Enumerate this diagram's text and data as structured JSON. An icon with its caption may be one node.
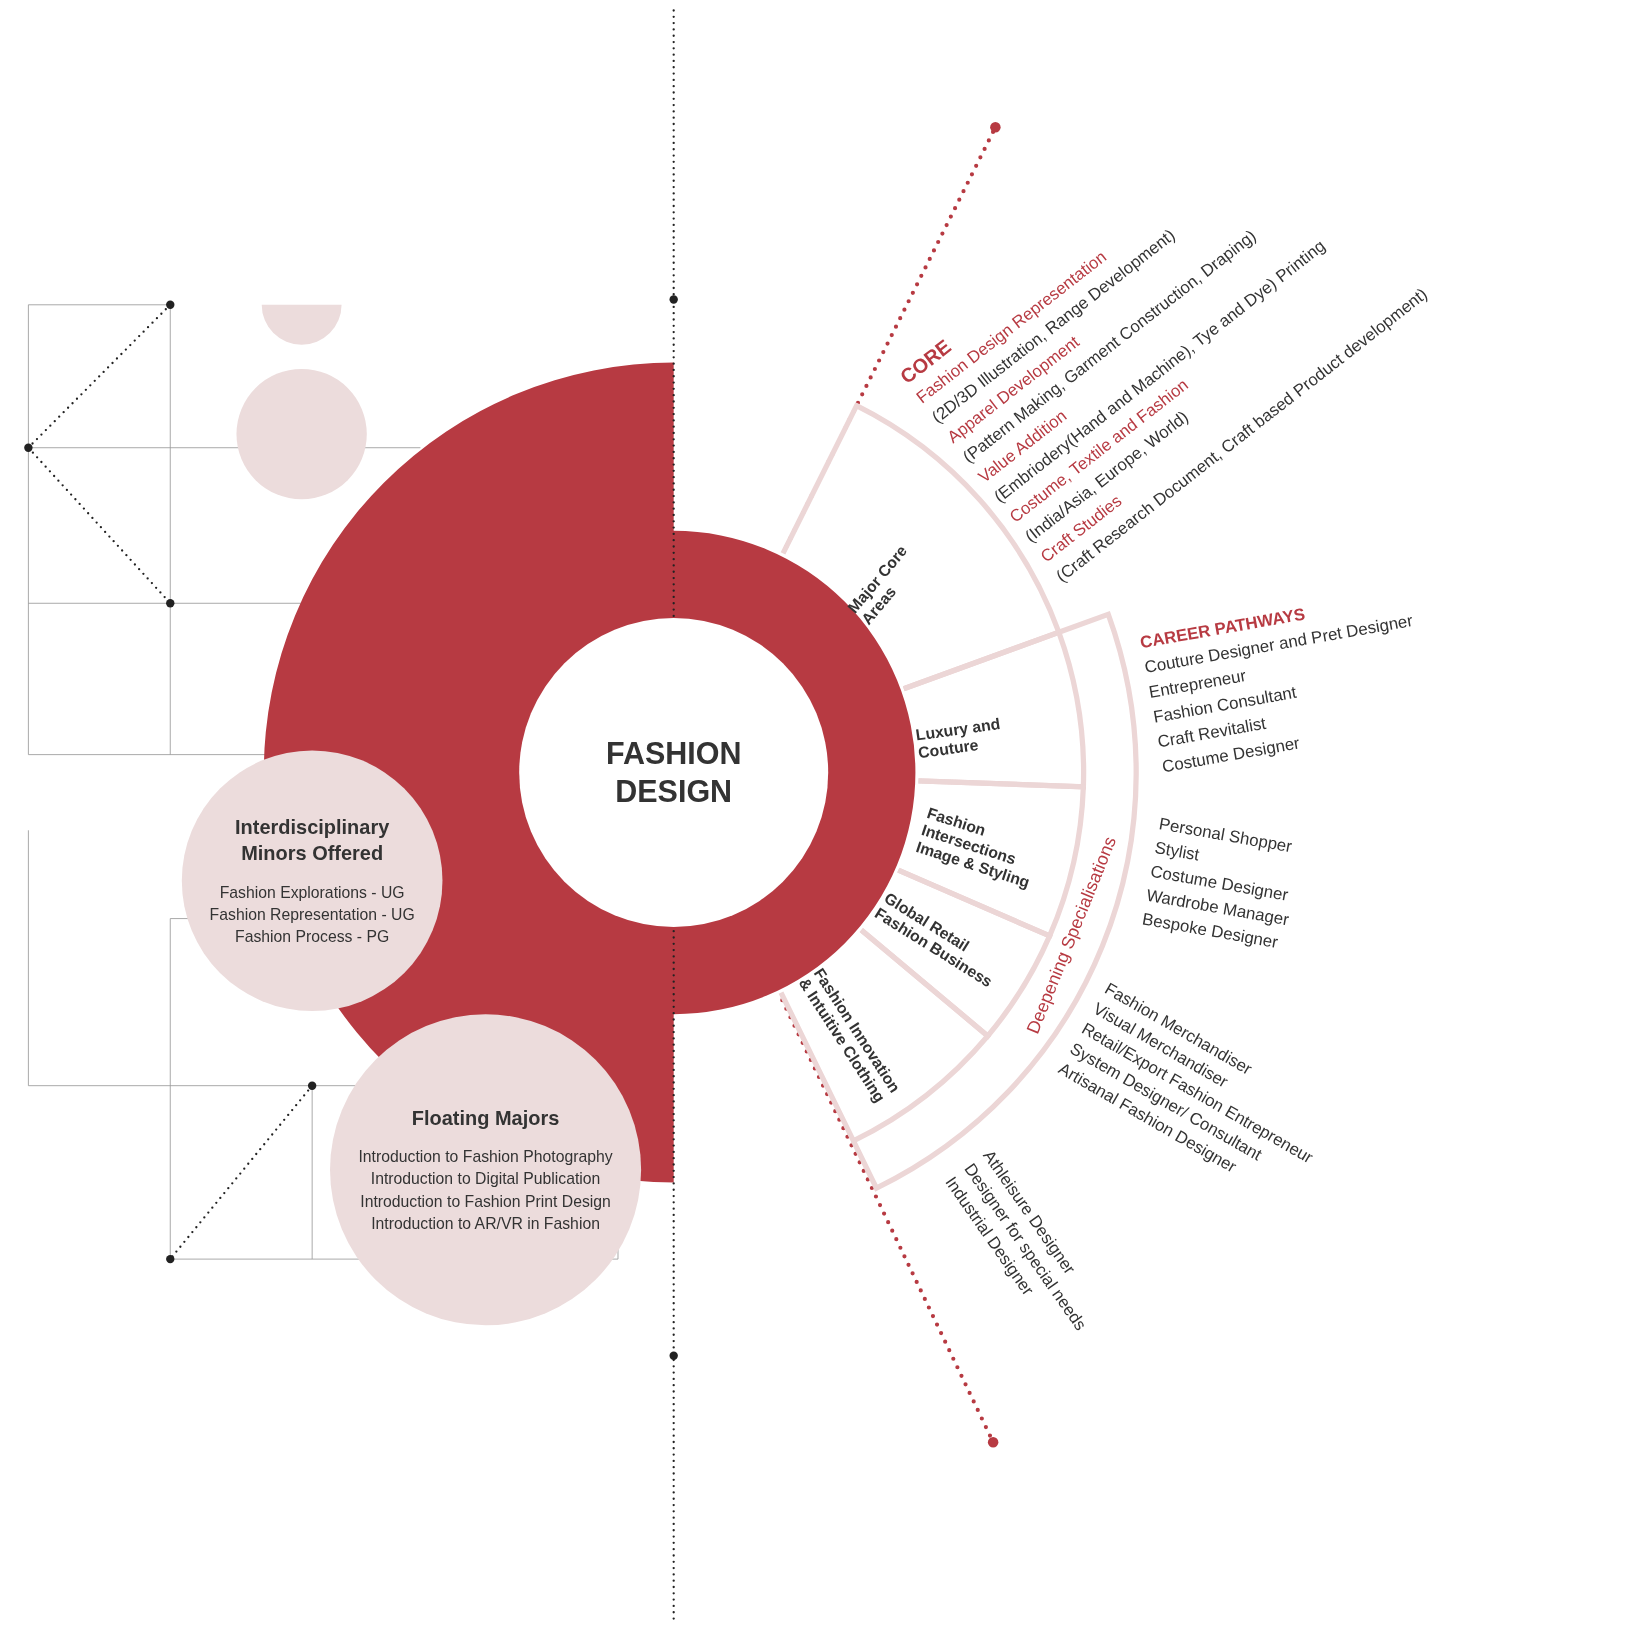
{
  "diagram": {
    "nodes": [
      {
        "text": [
          "FASHION DESIGN"
        ]
      },
      {
        "text": [
          "Major Core Areas"
        ]
      },
      {
        "text": [
          "Luxury and Couture"
        ]
      },
      {
        "text": [
          "Fashion Intersections Image & Styling"
        ]
      },
      {
        "text": [
          "Global Retail Fashion Business"
        ]
      },
      {
        "text": [
          "Fashion Innovation & Intuitive Clothing"
        ]
      },
      {
        "text": [
          "Deepening Specialisations"
        ]
      },
      {
        "text": [],
        "shape": "semicircle"
      },
      {
        "text": [],
        "shape": "circle"
      },
      {
        "text": [
          "Interdisciplinary Minors Offered",
          "Fashion Explorations - UG Fashion Representation - UG Fashion Process - PG"
        ]
      },
      {
        "text": [
          "Floating Majors",
          "Introduction to Fashion Photography Introduction to Digital Publication Introduction to Fashion Print Design Introduction to AR/VR in Fashion"
        ]
      }
    ],
    "labels": [
      "CORE",
      "Fashion Design Representation",
      "(2D/3D Illustration, Range Development)",
      "Apparel Development",
      "(Pattern Making, Garment Construction, Draping)",
      "Value Addition",
      "(Embriodery(Hand and Machine), Tye and Dye) Printing",
      "Costume, Textile and Fashion",
      "(India/Asia, Europe, World)",
      "Craft Studies",
      "(Craft Research Document, Craft based Product development)",
      "CAREER PATHWAYS",
      "Couture Designer and Pret Designer",
      "Entrepreneur",
      "Fashion Consultant",
      "Craft Revitalist",
      "Costume Designer",
      "Personal Shopper",
      "Stylist",
      "Costume Designer",
      "Wardrobe Manager",
      "Bespoke Designer",
      "Fashion Merchandiser",
      "Visual Merchandiser",
      "Retail/Export Fashion Entrepreneur",
      "System Designer/ Consultant",
      "Artisanal Fashion Designer",
      "Athleisure Designer",
      "Designer for special needs",
      "Industrial Designer"
    ]
  }
}
